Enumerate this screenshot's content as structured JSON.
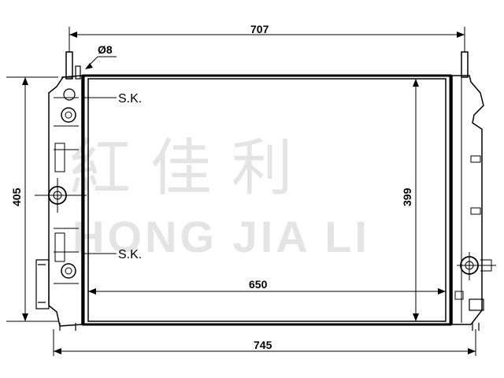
{
  "dimensions": {
    "top_width": "707",
    "core_width": "650",
    "overall_width": "745",
    "height_outer": "405",
    "height_core": "399",
    "pin_diameter": "Ø8"
  },
  "labels": {
    "sk_top": "S.K.",
    "sk_bottom": "S.K."
  },
  "watermark": {
    "chinese": "紅 佳 利",
    "english": "HONG JIA LI"
  }
}
